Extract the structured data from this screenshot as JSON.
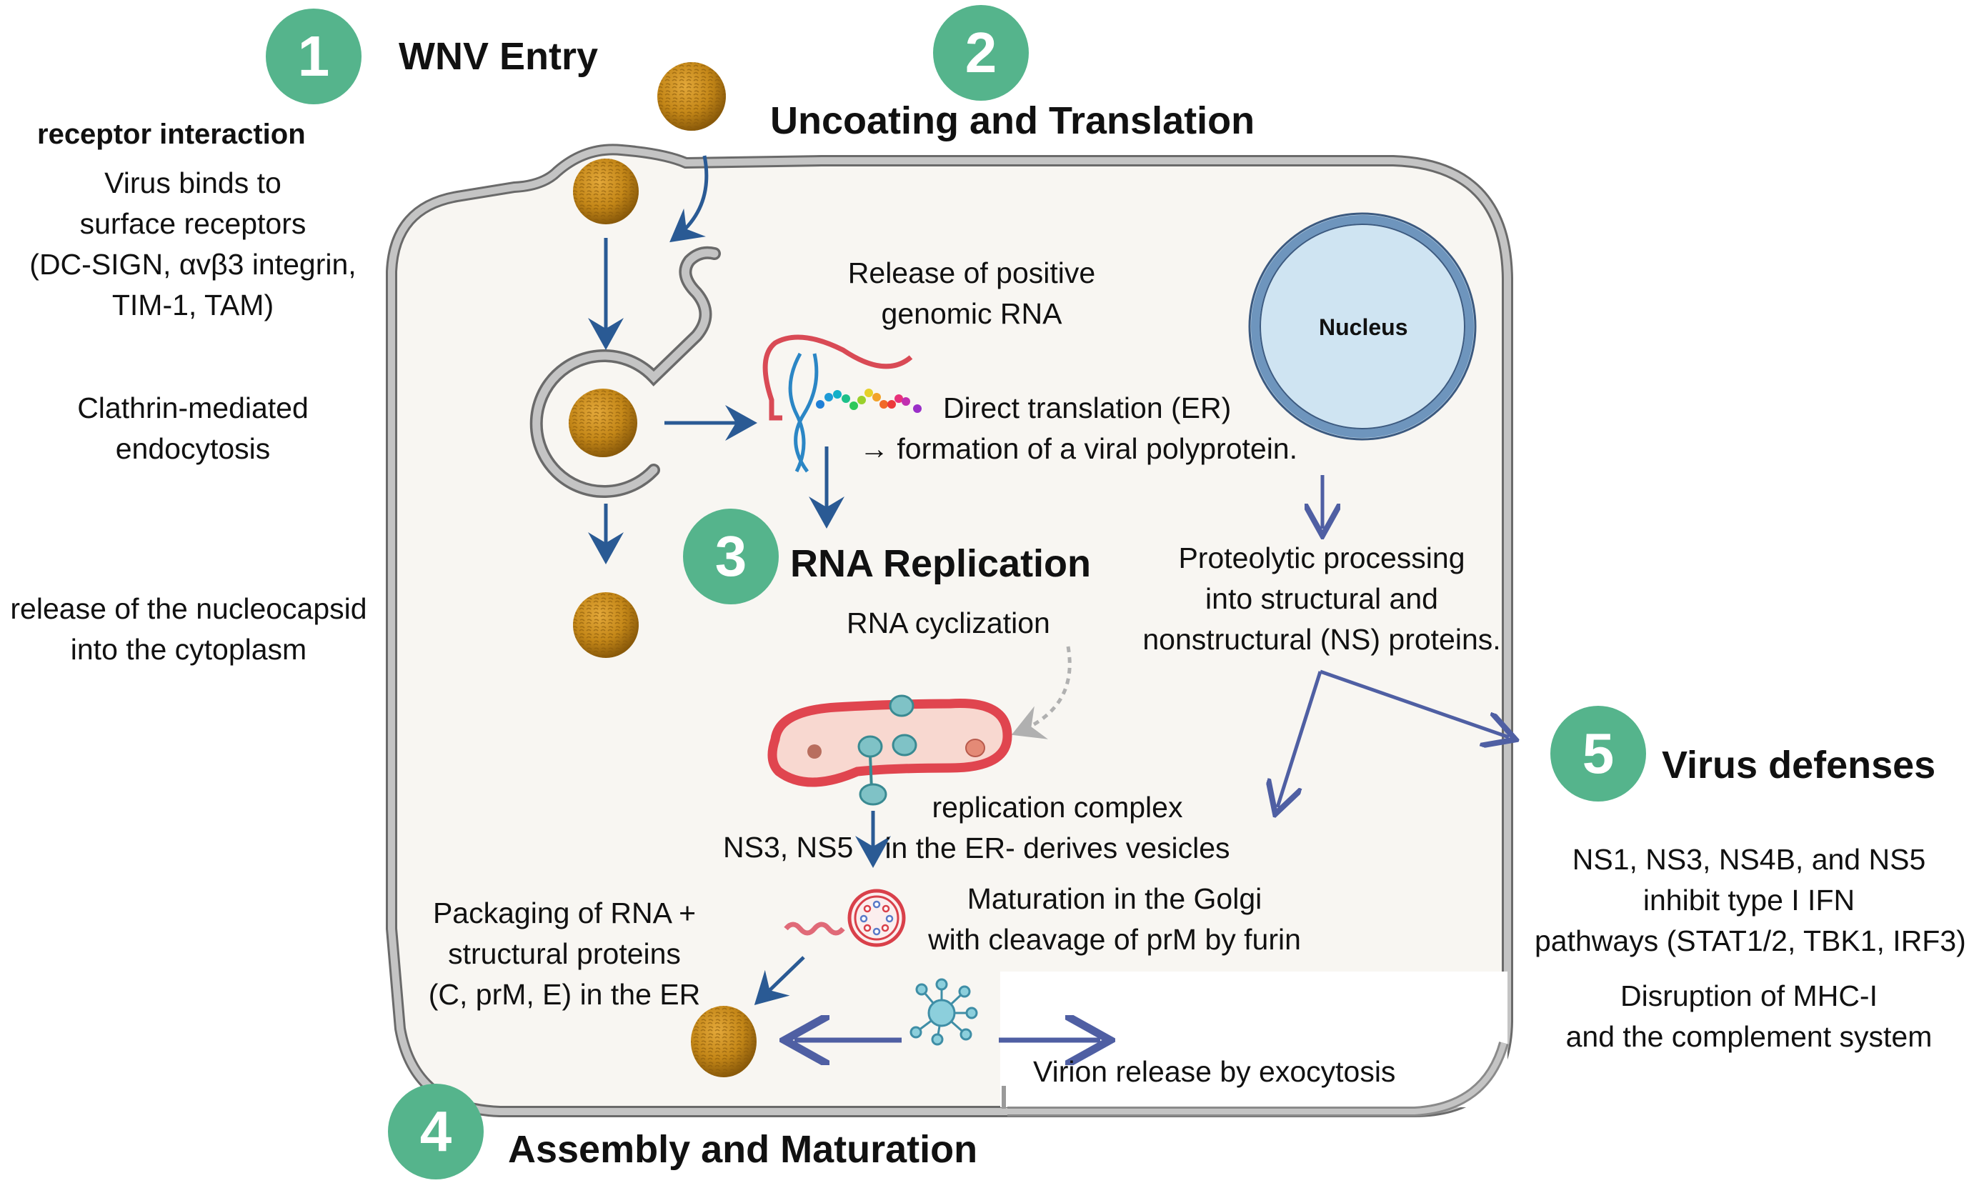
{
  "steps": [
    {
      "number": "1",
      "title": "WNV Entry"
    },
    {
      "number": "2",
      "title": "Uncoating and Translation"
    },
    {
      "number": "3",
      "title": "RNA Replication"
    },
    {
      "number": "4",
      "title": "Assembly and Maturation"
    },
    {
      "number": "5",
      "title": "Virus defenses"
    }
  ],
  "entry": {
    "heading": "receptor interaction",
    "receptor_lines": [
      "Virus binds to",
      "surface receptors",
      "(DC-SIGN, αvβ3 integrin,",
      "TIM-1, TAM)"
    ],
    "endocytosis_lines": [
      "Clathrin-mediated",
      "endocytosis"
    ],
    "release_lines": [
      "release of the nucleocapsid",
      "into the cytoplasm"
    ]
  },
  "translation": {
    "genomic_rna_lines": [
      "Release of positive",
      "genomic RNA"
    ],
    "direct_translation": "Direct translation (ER)",
    "polyprotein": "→ formation of a viral polyprotein.",
    "proteolytic_lines": [
      "Proteolytic processing",
      "into structural and",
      "nonstructural (NS) proteins."
    ]
  },
  "nucleus_label": "Nucleus",
  "replication": {
    "cyclization": "RNA cyclization",
    "complex_lines": [
      "replication complex",
      "in the ER- derives vesicles"
    ],
    "ns_label": "NS3, NS5"
  },
  "assembly": {
    "golgi_lines": [
      "Maturation in the Golgi",
      "with cleavage of prM by furin"
    ],
    "packaging_lines": [
      "Packaging of RNA +",
      "structural proteins",
      "(C, prM, E) in the ER"
    ],
    "exocytosis": "Virion release by exocytosis"
  },
  "defenses": {
    "ifn_lines": [
      "NS1, NS3, NS4B, and NS5",
      "inhibit type I IFN",
      "pathways (STAT1/2, TBK1, IRF3)"
    ],
    "mhc_lines": [
      "Disruption of MHC-I",
      "and the complement system"
    ]
  },
  "colors": {
    "badge": "#55b48c",
    "arrow_dark": "#2a5a94",
    "arrow_purple": "#4f5fa3",
    "membrane": "#b8b8b8",
    "cytoplasm": "#f8f6f2",
    "nucleus_fill": "#cfe4f2",
    "nucleus_ring": "#6e95bd",
    "virion": "#c98d1e",
    "er_red": "#e0454f"
  }
}
